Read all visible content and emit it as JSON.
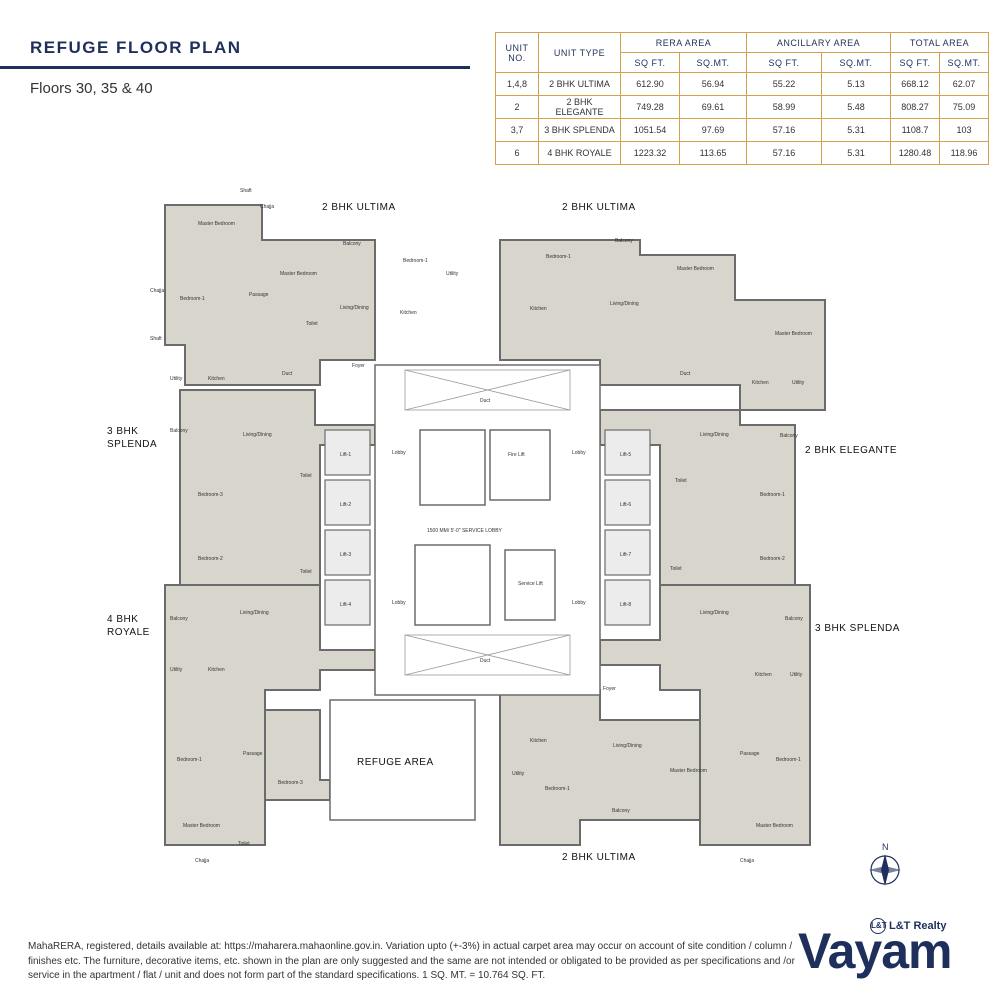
{
  "header": {
    "title": "REFUGE FLOOR PLAN",
    "subtitle": "Floors 30, 35 & 40"
  },
  "area_table": {
    "col_unit_no": "UNIT NO.",
    "col_unit_type": "UNIT TYPE",
    "col_rera": "RERA AREA",
    "col_ancillary": "ANCILLARY AREA",
    "col_total": "TOTAL AREA",
    "sqft": "SQ FT.",
    "sqmt": "SQ.MT.",
    "rows": [
      {
        "unit": "1,4,8",
        "type": "2 BHK ULTIMA",
        "rera_sqft": "612.90",
        "rera_sqmt": "56.94",
        "anc_sqft": "55.22",
        "anc_sqmt": "5.13",
        "tot_sqft": "668.12",
        "tot_sqmt": "62.07"
      },
      {
        "unit": "2",
        "type": "2 BHK ELEGANTE",
        "rera_sqft": "749.28",
        "rera_sqmt": "69.61",
        "anc_sqft": "58.99",
        "anc_sqmt": "5.48",
        "tot_sqft": "808.27",
        "tot_sqmt": "75.09"
      },
      {
        "unit": "3,7",
        "type": "3 BHK SPLENDA",
        "rera_sqft": "1051.54",
        "rera_sqmt": "97.69",
        "anc_sqft": "57.16",
        "anc_sqmt": "5.31",
        "tot_sqft": "1108.7",
        "tot_sqmt": "103"
      },
      {
        "unit": "6",
        "type": "4 BHK ROYALE",
        "rera_sqft": "1223.32",
        "rera_sqmt": "113.65",
        "anc_sqft": "57.16",
        "anc_sqmt": "5.31",
        "tot_sqft": "1280.48",
        "tot_sqmt": "118.96"
      }
    ]
  },
  "plan": {
    "unit_labels": {
      "ultima_top_left": "2 BHK ULTIMA",
      "ultima_top_right": "2 BHK ULTIMA",
      "splenda_left_1": "3 BHK",
      "splenda_left_2": "SPLENDA",
      "elegante_right": "2 BHK ELEGANTE",
      "royale_left_1": "4 BHK",
      "royale_left_2": "ROYALE",
      "splenda_right": "3 BHK SPLENDA",
      "refuge": "REFUGE AREA",
      "ultima_bottom": "2 BHK ULTIMA"
    },
    "rooms": {
      "master_bedroom": "Master Bedroom",
      "bedroom_1": "Bedroom-1",
      "bedroom_2": "Bedroom-2",
      "bedroom_3": "Bedroom-3",
      "living_dining": "Living/Dining",
      "kitchen": "Kitchen",
      "toilet": "Toilet",
      "balcony": "Balcony",
      "utility": "Utility",
      "foyer": "Foyer",
      "passage": "Passage",
      "duct": "Duct",
      "shaft": "Shaft",
      "chajja": "Chajja",
      "lobby": "Lobby",
      "fire_lift": "Fire Lift",
      "service_lift": "Service Lift",
      "service_lobby": "1500 MM/ 5'-0\" SERVICE LOBBY",
      "lift_1": "Lift-1",
      "lift_2": "Lift-2",
      "lift_3": "Lift-3",
      "lift_4": "Lift-4",
      "lift_5": "Lift-5",
      "lift_6": "Lift-6",
      "lift_7": "Lift-7",
      "lift_8": "Lift-8"
    },
    "compass": "N"
  },
  "footer": {
    "disclaimer": "MahaRERA, registered, details available at: https://maharera.mahaonline.gov.in. Variation upto (+-3%) in actual carpet area may occur on account of site condition / column / finishes etc. The furniture, decorative items, etc. shown in the plan are only suggested and the same are not intended or obligated to be provided as per specifications and /or service in the apartment / flat / unit and does not form part of the standard specifications. 1 SQ. MT. = 10.764 SQ. FT."
  },
  "branding": {
    "developer": "L&T Realty",
    "project": "Vayam",
    "navy": "#1f2f5c",
    "gold": "#d4a24c"
  }
}
